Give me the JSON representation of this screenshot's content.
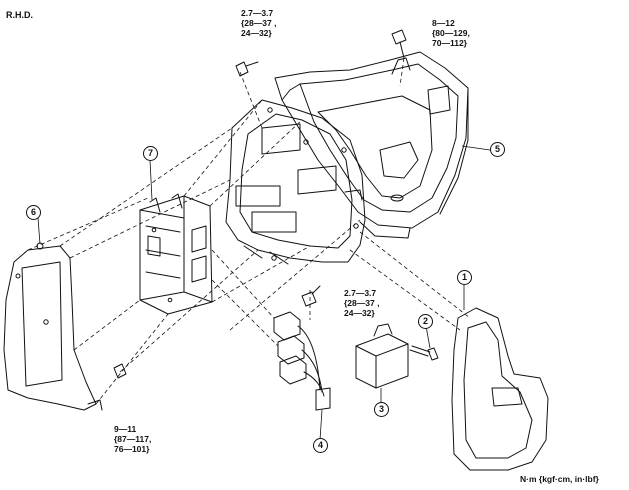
{
  "view_label": "R.H.D.",
  "units_label": "N·m {kgf·cm, in·lbf}",
  "torque_specs": [
    {
      "line1": "2.7—3.7",
      "line2": "{28—37 ,",
      "line3": "24—32}"
    },
    {
      "line1": "8—12",
      "line2": "{80—129,",
      "line3": "70—112}"
    },
    {
      "line1": "2.7—3.7",
      "line2": "{28—37 ,",
      "line3": "24—32}"
    },
    {
      "line1": "9—11",
      "line2": "{87—117,",
      "line3": "76—101}"
    }
  ],
  "callouts": [
    "1",
    "2",
    "3",
    "4",
    "5",
    "6",
    "7"
  ],
  "colors": {
    "ink": "#111111",
    "background": "#ffffff"
  }
}
